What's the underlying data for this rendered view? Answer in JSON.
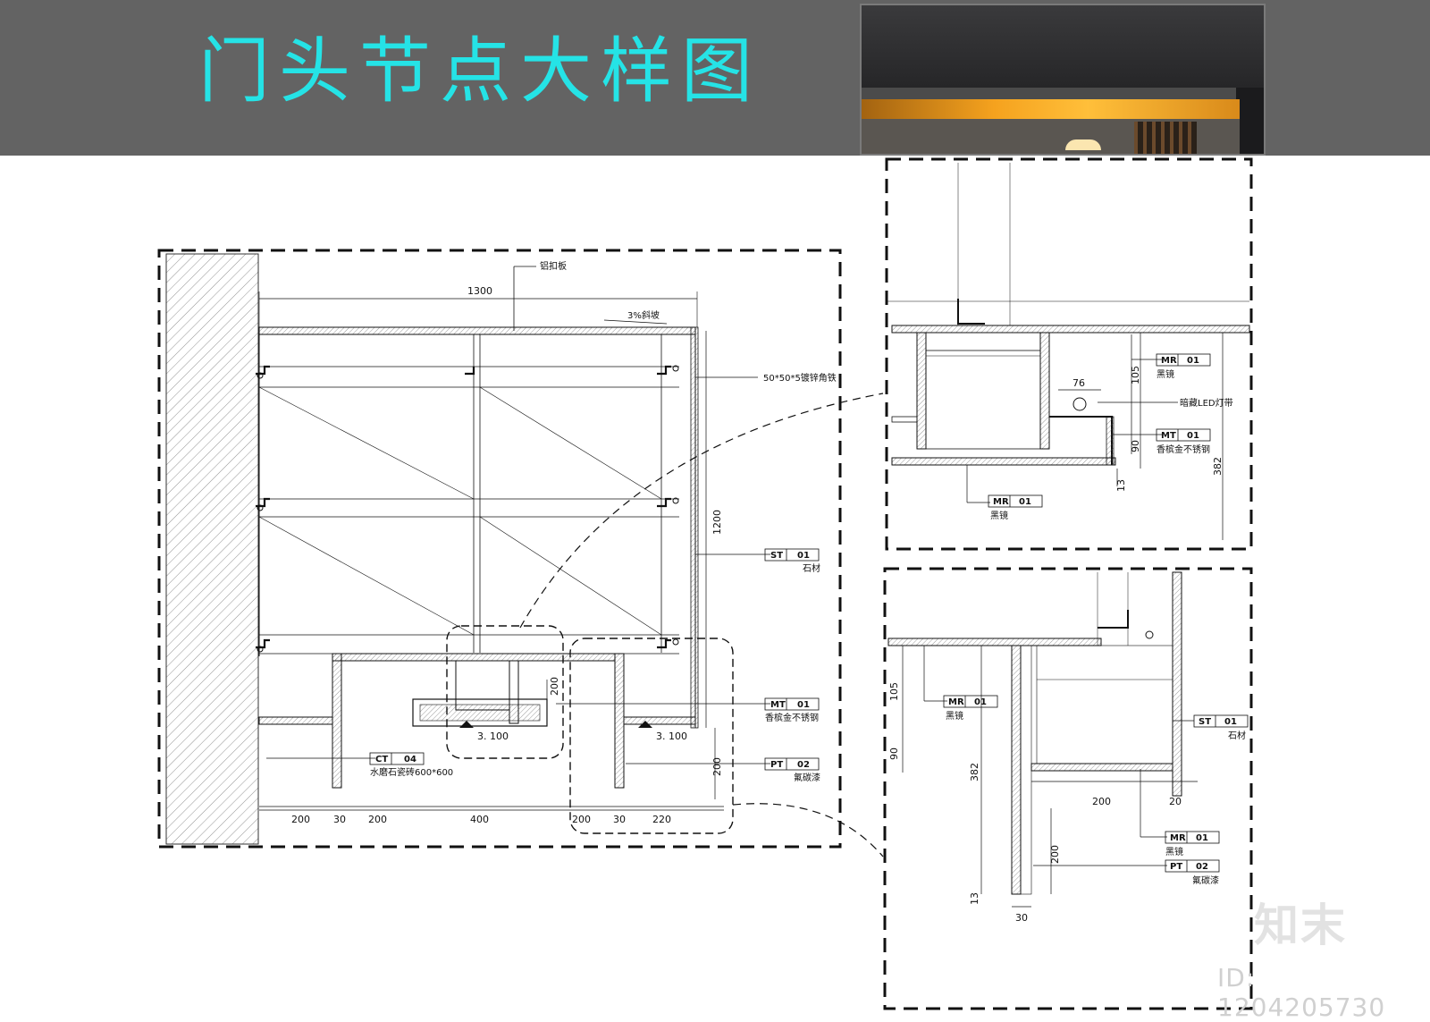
{
  "title": "门头节点大样图",
  "photo_icon": "storefront-photo-icon",
  "main_view": {
    "top_label": "铝扣板",
    "width_dim": "1300",
    "slope_label": "3%斜坡",
    "angle_label": "50*50*5镀锌角铁",
    "height_dim": "1200",
    "st": {
      "code": "ST",
      "num": "01",
      "text": "石材"
    },
    "mt": {
      "code": "MT",
      "num": "01",
      "text": "香槟金不锈钢"
    },
    "pt": {
      "code": "PT",
      "num": "02",
      "text": "氟碳漆"
    },
    "ct": {
      "code": "CT",
      "num": "04",
      "text": "水磨石瓷砖600*600"
    },
    "elev_left": "3. 100",
    "elev_right": "3. 100",
    "dim_200_v": "200",
    "dim_200_v2": "200",
    "bottom_dims": [
      "200",
      "30",
      "200",
      "400",
      "200",
      "30",
      "220"
    ]
  },
  "detail_a": {
    "mr_top": {
      "code": "MR",
      "num": "01",
      "text": "黑镜"
    },
    "mr_bottom": {
      "code": "MR",
      "num": "01",
      "text": "黑镜"
    },
    "mt": {
      "code": "MT",
      "num": "01",
      "text": "香槟金不锈钢"
    },
    "led_label": "暗藏LED灯带",
    "dim_76": "76",
    "dim_105": "105",
    "dim_90": "90",
    "dim_382": "382",
    "dim_13": "13"
  },
  "detail_b": {
    "mr_left": {
      "code": "MR",
      "num": "01",
      "text": "黑镜"
    },
    "st": {
      "code": "ST",
      "num": "01",
      "text": "石材"
    },
    "mr_bottom": {
      "code": "MR",
      "num": "01",
      "text": "黑镜"
    },
    "pt": {
      "code": "PT",
      "num": "02",
      "text": "氟碳漆"
    },
    "dim_105": "105",
    "dim_90": "90",
    "dim_382": "382",
    "dim_200_h": "200",
    "dim_20": "20",
    "dim_200_v": "200",
    "dim_13": "13",
    "dim_30": "30"
  },
  "watermark": {
    "logo": "知末",
    "id": "ID: 1204205730"
  },
  "colors": {
    "header_bg": "#636363",
    "title": "#25e3e6",
    "line": "#111111"
  }
}
